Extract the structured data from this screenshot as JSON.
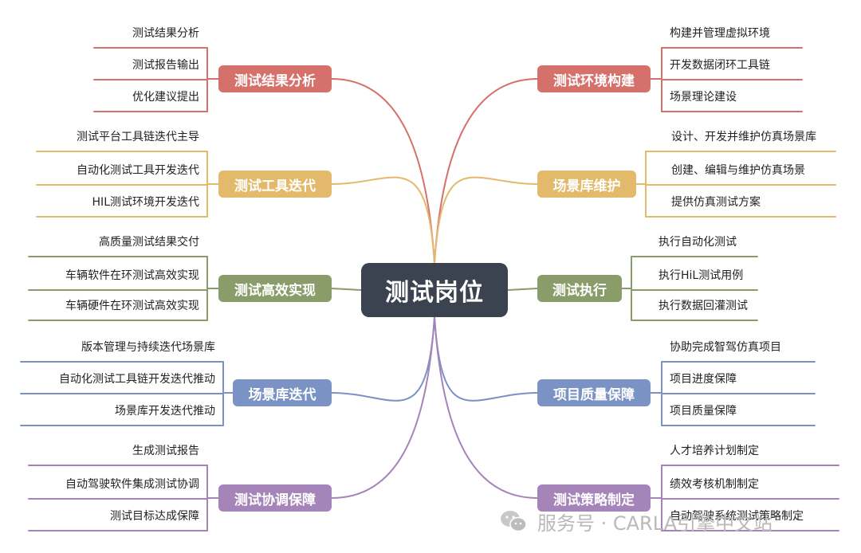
{
  "center": "测试岗位",
  "branches": [
    {
      "label": "测试结果分析",
      "color": "#d5706a",
      "items": [
        "测试结果分析",
        "测试报告输出",
        "优化建议提出"
      ]
    },
    {
      "label": "测试工具迭代",
      "color": "#e3b96b",
      "items": [
        "测试平台工具链迭代主导",
        "自动化测试工具开发迭代",
        "HIL测试环境开发迭代"
      ]
    },
    {
      "label": "测试高效实现",
      "color": "#8a9c6a",
      "items": [
        "高质量测试结果交付",
        "车辆软件在环测试高效实现",
        "车辆硬件在环测试高效实现"
      ]
    },
    {
      "label": "场景库迭代",
      "color": "#7b93c4",
      "items": [
        "版本管理与持续迭代场景库",
        "自动化测试工具链开发迭代推动",
        "场景库开发迭代推动"
      ]
    },
    {
      "label": "测试协调保障",
      "color": "#a584ba",
      "items": [
        "生成测试报告",
        "自动驾驶软件集成测试协调",
        "测试目标达成保障"
      ]
    },
    {
      "label": "测试环境构建",
      "color": "#d5706a",
      "items": [
        "构建并管理虚拟环境",
        "开发数据闭环工具链",
        "场景理论建设"
      ]
    },
    {
      "label": "场景库维护",
      "color": "#e3b96b",
      "items": [
        "设计、开发并维护仿真场景库",
        "创建、编辑与维护仿真场景",
        "提供仿真测试方案"
      ]
    },
    {
      "label": "测试执行",
      "color": "#8a9c6a",
      "items": [
        "执行自动化测试",
        "执行HiL测试用例",
        "执行数据回灌测试"
      ]
    },
    {
      "label": "项目质量保障",
      "color": "#7b93c4",
      "items": [
        "协助完成智驾仿真项目",
        "项目进度保障",
        "项目质量保障"
      ]
    },
    {
      "label": "测试策略制定",
      "color": "#a584ba",
      "items": [
        "人才培养计划制定",
        "绩效考核机制制定",
        "自动驾驶系统测试策略制定"
      ]
    }
  ],
  "watermark": "服务号 · CARLA引擎中文站"
}
